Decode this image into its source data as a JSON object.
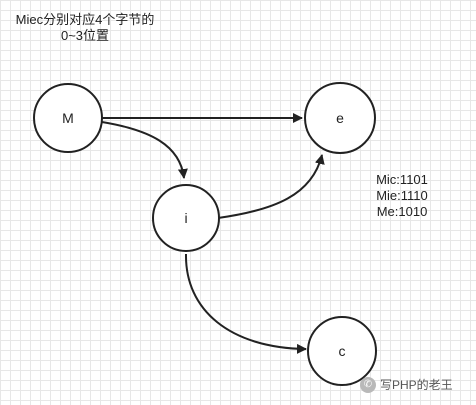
{
  "caption": {
    "line1": "Miec分别对应4个字节的",
    "line2": "0~3位置"
  },
  "nodes": {
    "M": "M",
    "e": "e",
    "i": "i",
    "c": "c"
  },
  "codes": [
    "Mic:1101",
    "Mie:1110",
    "Me:1010"
  ],
  "watermark": {
    "icon": "wechat-icon",
    "text": "写PHP的老王"
  },
  "colors": {
    "stroke": "#222222",
    "grid": "#e7e7e7",
    "background": "#ffffff"
  }
}
